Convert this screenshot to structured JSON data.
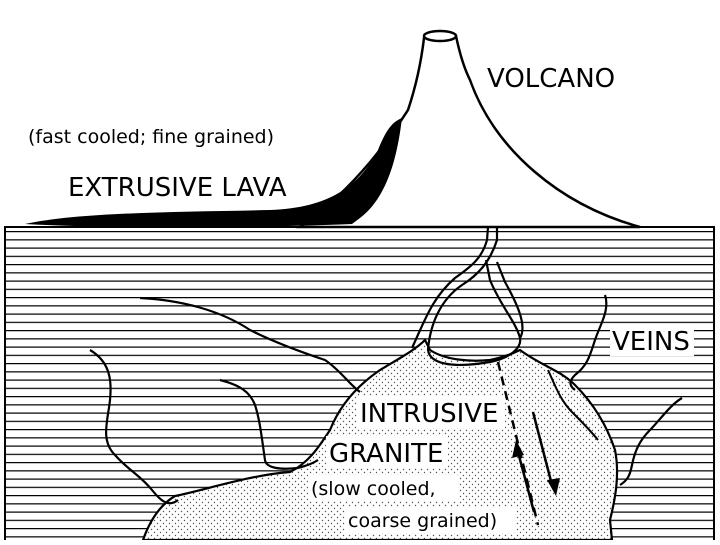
{
  "labels": {
    "volcano": "VOLCANO",
    "fast_cooled": "(fast cooled; fine grained)",
    "extrusive_lava": "EXTRUSIVE LAVA",
    "veins": "VEINS",
    "intrusive": "INTRUSIVE",
    "granite": "GRANITE",
    "slow_cooled": "(slow cooled,",
    "coarse_grained": "coarse grained)"
  },
  "colors": {
    "ink": "#000000",
    "background": "#ffffff",
    "pluton_fill": "#f2f2f2"
  }
}
